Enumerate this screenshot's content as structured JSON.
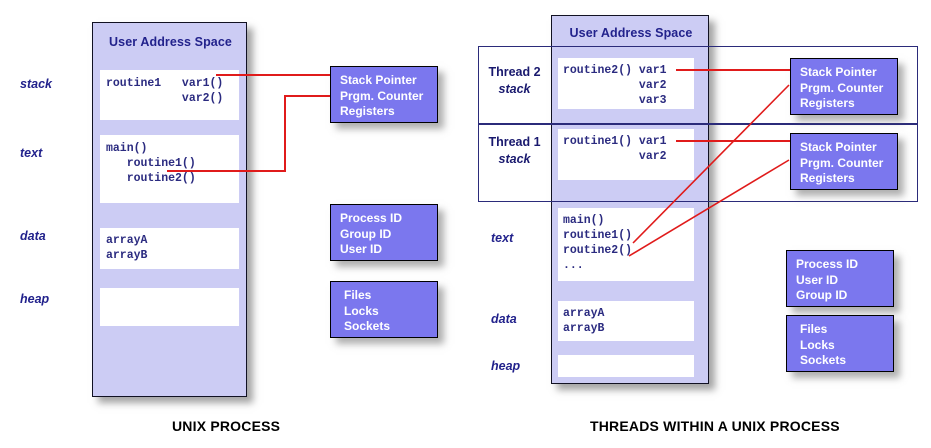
{
  "left_diagram": {
    "caption": "UNIX PROCESS",
    "panel_title": "User Address Space",
    "side_labels": {
      "stack": "stack",
      "text": "text",
      "data": "data",
      "heap": "heap"
    },
    "segments": {
      "stack_code": "routine1   var1()\n           var2()",
      "text_code": "main()\n   routine1()\n   routine2()",
      "data_code": "arrayA\narrayB",
      "heap_code": ""
    },
    "boxes": [
      {
        "name": "registers-box",
        "lines": [
          "Stack Pointer",
          "Prgm. Counter",
          "Registers"
        ]
      },
      {
        "name": "ids-box",
        "lines": [
          "Process ID",
          "Group ID",
          "User ID"
        ]
      },
      {
        "name": "resources-box",
        "lines": [
          "Files",
          "Locks",
          "Sockets"
        ]
      }
    ]
  },
  "right_diagram": {
    "caption": "THREADS WITHIN A UNIX PROCESS",
    "panel_title": "User Address Space",
    "side_labels": {
      "text": "text",
      "data": "data",
      "heap": "heap"
    },
    "threads": [
      {
        "name": "Thread 2",
        "sub": "stack",
        "stack_code": "routine2() var1\n           var2\n           var3",
        "registers": [
          "Stack Pointer",
          "Prgm. Counter",
          "Registers"
        ]
      },
      {
        "name": "Thread 1",
        "sub": "stack",
        "stack_code": "routine1() var1\n           var2",
        "registers": [
          "Stack Pointer",
          "Prgm. Counter",
          "Registers"
        ]
      }
    ],
    "segments": {
      "text_code": "main()\nroutine1()\nroutine2()\n...",
      "data_code": "arrayA\narrayB",
      "heap_code": ""
    },
    "boxes": [
      {
        "name": "ids-box",
        "lines": [
          "Process ID",
          "User ID",
          "Group ID"
        ]
      },
      {
        "name": "resources-box",
        "lines": [
          "Files",
          "Locks",
          "Sockets"
        ]
      }
    ]
  },
  "colors": {
    "panel_bg": "#ccccf4",
    "info_box": "#7b77ee",
    "text_blue": "#22228c",
    "connector_red": "#e01b1b",
    "segment_bg": "#ffffff"
  }
}
